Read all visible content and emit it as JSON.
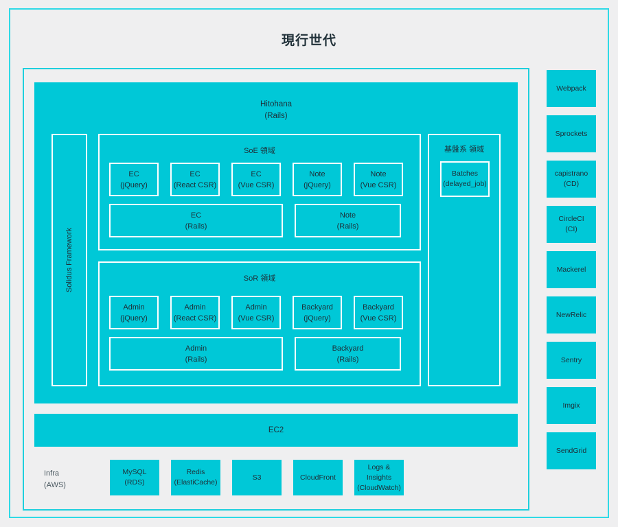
{
  "page": {
    "title": "現行世代",
    "background_color": "#efeff0",
    "accent_color": "#00c8d7",
    "frame_color": "#2fd9e6"
  },
  "app": {
    "name": "Hitohana",
    "framework": "(Rails)",
    "solidus_label": "Solidus Framework",
    "domains": [
      {
        "id": "soe",
        "title": "SoE 領域",
        "row_top": [
          {
            "name": "EC",
            "tech": "(jQuery)"
          },
          {
            "name": "EC",
            "tech": "(React CSR)"
          },
          {
            "name": "EC",
            "tech": "(Vue CSR)"
          },
          {
            "name": "Note",
            "tech": "(jQuery)"
          },
          {
            "name": "Note",
            "tech": "(Vue CSR)"
          }
        ],
        "row_bottom": [
          {
            "name": "EC",
            "tech": "(Rails)"
          },
          {
            "name": "Note",
            "tech": "(Rails)"
          }
        ]
      },
      {
        "id": "sor",
        "title": "SoR 領域",
        "row_top": [
          {
            "name": "Admin",
            "tech": "(jQuery)"
          },
          {
            "name": "Admin",
            "tech": "(React CSR)"
          },
          {
            "name": "Admin",
            "tech": "(Vue CSR)"
          },
          {
            "name": "Backyard",
            "tech": "(jQuery)"
          },
          {
            "name": "Backyard",
            "tech": "(Vue CSR)"
          }
        ],
        "row_bottom": [
          {
            "name": "Admin",
            "tech": "(Rails)"
          },
          {
            "name": "Backyard",
            "tech": "(Rails)"
          }
        ]
      }
    ],
    "platform_domain": {
      "title": "基盤系 領域",
      "items": [
        {
          "name": "Batches",
          "tech": "(delayed_job)"
        }
      ]
    }
  },
  "compute": {
    "ec2_label": "EC2"
  },
  "infra": {
    "label_line1": "Infra",
    "label_line2": "(AWS)",
    "services": [
      {
        "name": "MySQL",
        "tech": "(RDS)"
      },
      {
        "name": "Redis",
        "tech": "(ElastiCache)"
      },
      {
        "name": "S3",
        "tech": ""
      },
      {
        "name": "CloudFront",
        "tech": ""
      },
      {
        "name": "Logs &",
        "tech": "Insights",
        "tech2": "(CloudWatch)"
      }
    ]
  },
  "sidebar": {
    "tools": [
      {
        "name": "Webpack",
        "tech": ""
      },
      {
        "name": "Sprockets",
        "tech": ""
      },
      {
        "name": "capistrano",
        "tech": "(CD)"
      },
      {
        "name": "CircleCI",
        "tech": "(CI)"
      },
      {
        "name": "Mackerel",
        "tech": ""
      },
      {
        "name": "NewRelic",
        "tech": ""
      },
      {
        "name": "Sentry",
        "tech": ""
      },
      {
        "name": "Imgix",
        "tech": ""
      },
      {
        "name": "SendGrid",
        "tech": ""
      }
    ]
  }
}
